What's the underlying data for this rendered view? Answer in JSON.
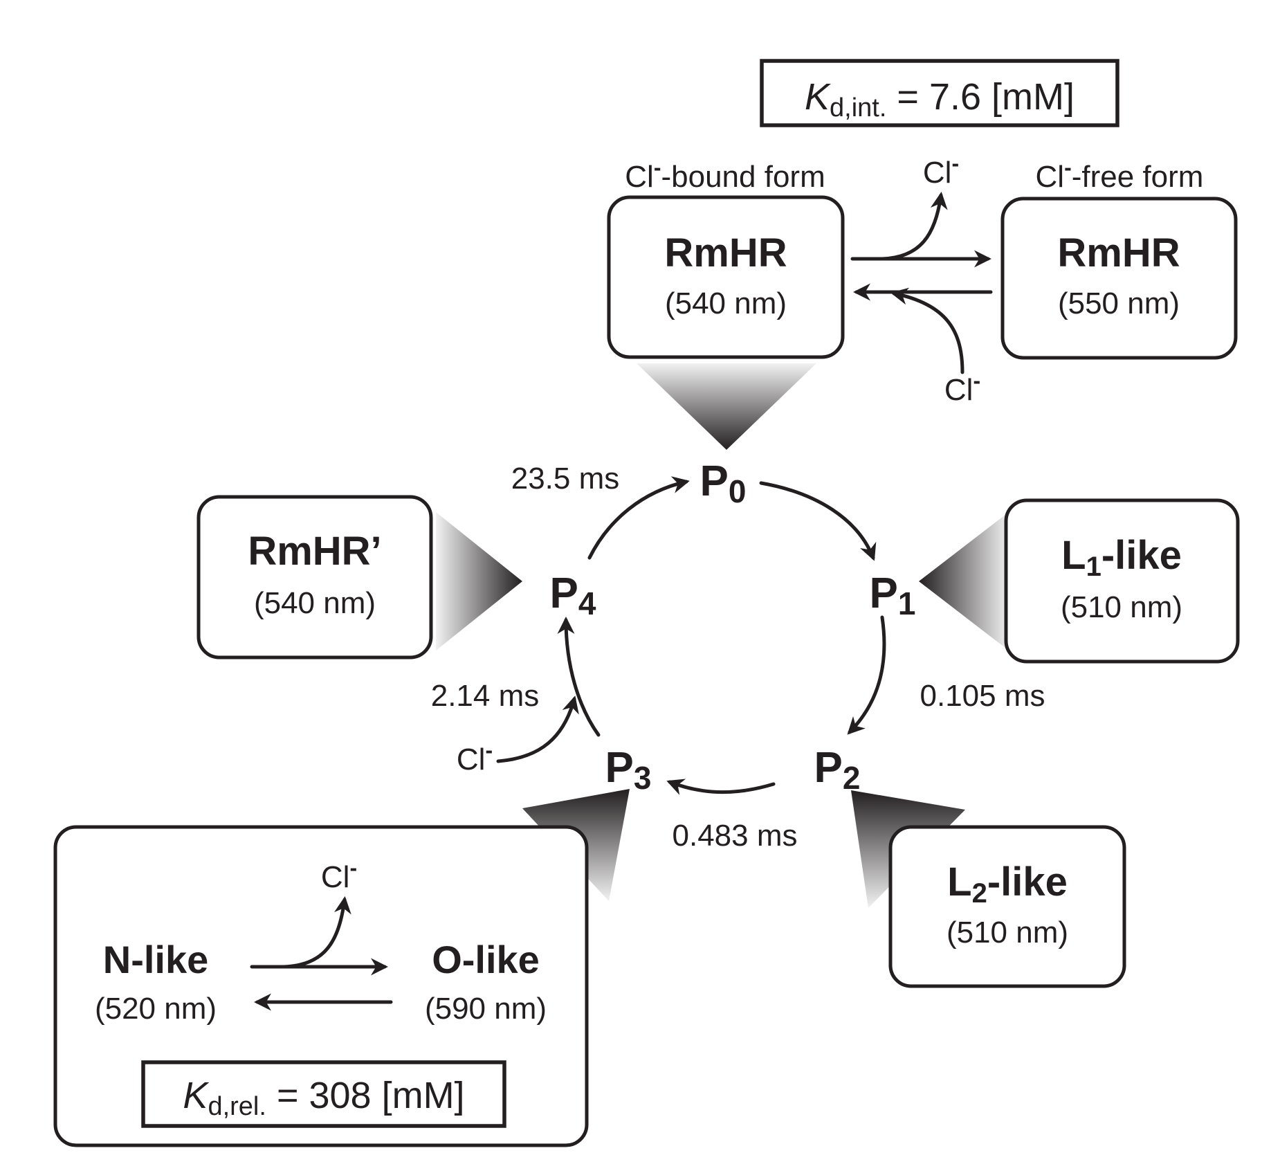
{
  "kd_int": {
    "k": "K",
    "sub": "d,int.",
    "value": " = 7.6 [mM]"
  },
  "kd_rel": {
    "k": "K",
    "sub": "d,rel.",
    "value": " = 308 [mM]"
  },
  "cl_bound_label": {
    "cl": "Cl",
    "charge": "-",
    "rest": "-bound form"
  },
  "cl_free_label": {
    "cl": "Cl",
    "charge": "-",
    "rest": "-free form"
  },
  "chloride": {
    "symbol": "Cl",
    "charge": "-"
  },
  "boxes": {
    "rmhr_bound": {
      "name": "RmHR",
      "wavelength": "(540 nm)"
    },
    "rmhr_free": {
      "name": "RmHR",
      "wavelength": "(550 nm)"
    },
    "rmhr_prime": {
      "name": "RmHR’",
      "wavelength": "(540 nm)"
    },
    "l1_like": {
      "pre": "L",
      "sub": "1",
      "post": "-like",
      "wavelength": "(510 nm)"
    },
    "l2_like": {
      "pre": "L",
      "sub": "2",
      "post": "-like",
      "wavelength": "(510 nm)"
    },
    "n_like": {
      "name": "N-like",
      "wavelength": "(520 nm)"
    },
    "o_like": {
      "name": "O-like",
      "wavelength": "(590 nm)"
    }
  },
  "states": [
    {
      "letter": "P",
      "sub": "0"
    },
    {
      "letter": "P",
      "sub": "1"
    },
    {
      "letter": "P",
      "sub": "2"
    },
    {
      "letter": "P",
      "sub": "3"
    },
    {
      "letter": "P",
      "sub": "4"
    }
  ],
  "rates": {
    "p1_p2": "0.105 ms",
    "p2_p3": "0.483 ms",
    "p3_p4": "2.14 ms",
    "p4_p0": "23.5 ms"
  },
  "colors": {
    "ink": "#231f20",
    "background": "#ffffff"
  }
}
